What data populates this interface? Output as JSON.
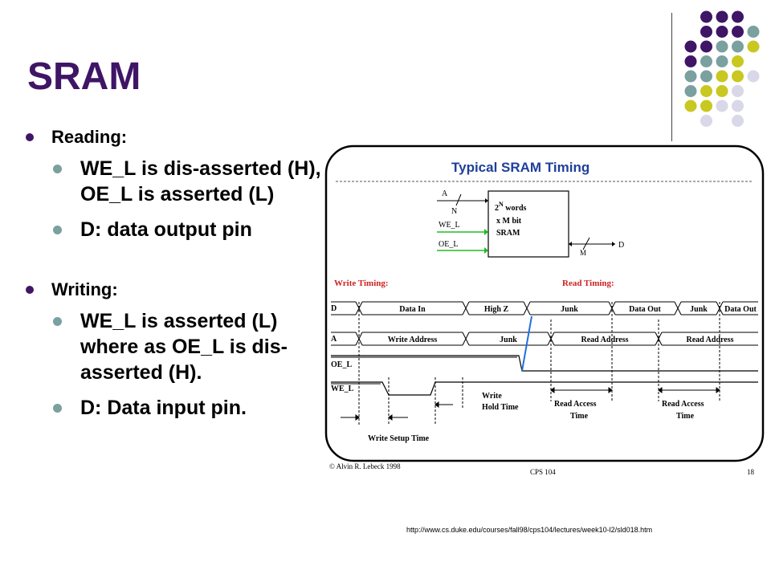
{
  "slide": {
    "title": "SRAM",
    "reading": {
      "label": "Reading:",
      "items": [
        "WE_L is dis-asserted (H), OE_L is asserted (L)",
        "D: data output pin"
      ]
    },
    "writing": {
      "label": "Writing:",
      "items": [
        "WE_L is asserted (L) where as OE_L is dis-asserted (H).",
        "D: Data input pin."
      ]
    },
    "source_url": "http://www.cs.duke.edu/courses/fall98/cps104/lectures/week10-l2/sld018.htm",
    "colors": {
      "title": "#3f1566",
      "dot_purple": "#3f1566",
      "dot_teal": "#7aa0a0",
      "dot_yellow": "#c8c820",
      "dot_lavender": "#d8d8e8"
    }
  },
  "diagram": {
    "title": "Typical SRAM Timing",
    "block": {
      "line1": "2",
      "sup": "N",
      "line1b": " words",
      "line2": "x  M bit",
      "line3": "SRAM"
    },
    "inputs": {
      "a": "A",
      "n": "N",
      "we": "WE_L",
      "oe": "OE_L",
      "d": "D",
      "m": "M"
    },
    "write_timing": "Write Timing:",
    "read_timing": "Read Timing:",
    "signals": {
      "d": "D",
      "a": "A",
      "oe": "OE_L",
      "we": "WE_L"
    },
    "d_segments": [
      "Data In",
      "High Z",
      "Junk",
      "Data Out",
      "Junk",
      "Data Out"
    ],
    "a_segments": [
      "Write Address",
      "Junk",
      "Read Address",
      "Read Address"
    ],
    "write_hold_1": "Write",
    "write_hold_2": "Hold Time",
    "read_access_1a": "Read Access",
    "read_access_1b": "Time",
    "read_access_2a": "Read Access",
    "read_access_2b": "Time",
    "write_setup": "Write Setup Time",
    "footer_left": "© Alvin R. Lebeck 1998",
    "footer_mid": "CPS 104",
    "footer_right": "18"
  }
}
